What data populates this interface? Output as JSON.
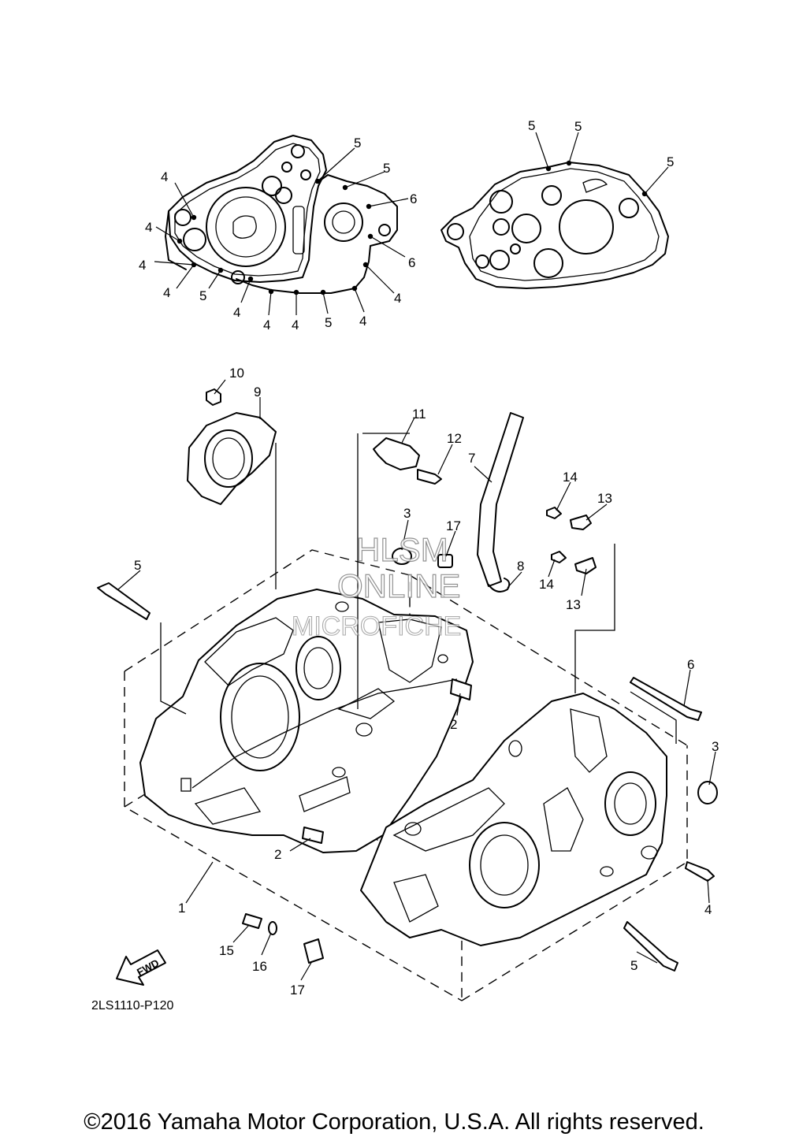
{
  "diagram_code": "2LS1110-P120",
  "fwd_label": "FWD",
  "watermark": {
    "line1": "HLSM",
    "line2": "ONLINE",
    "line3": "MICROFICHE"
  },
  "copyright": "©2016 Yamaha Motor Corporation, U.S.A. All rights reserved.",
  "gasket_callouts": {
    "left": [
      "4",
      "4",
      "4",
      "4",
      "5",
      "4",
      "4",
      "4",
      "5",
      "4",
      "4",
      "6",
      "6",
      "5",
      "5"
    ],
    "right": [
      "5",
      "5",
      "5"
    ]
  },
  "part_callouts": [
    "1",
    "2",
    "2",
    "3",
    "3",
    "4",
    "5",
    "5",
    "6",
    "7",
    "8",
    "9",
    "10",
    "11",
    "12",
    "13",
    "13",
    "14",
    "14",
    "15",
    "16",
    "17",
    "17"
  ]
}
